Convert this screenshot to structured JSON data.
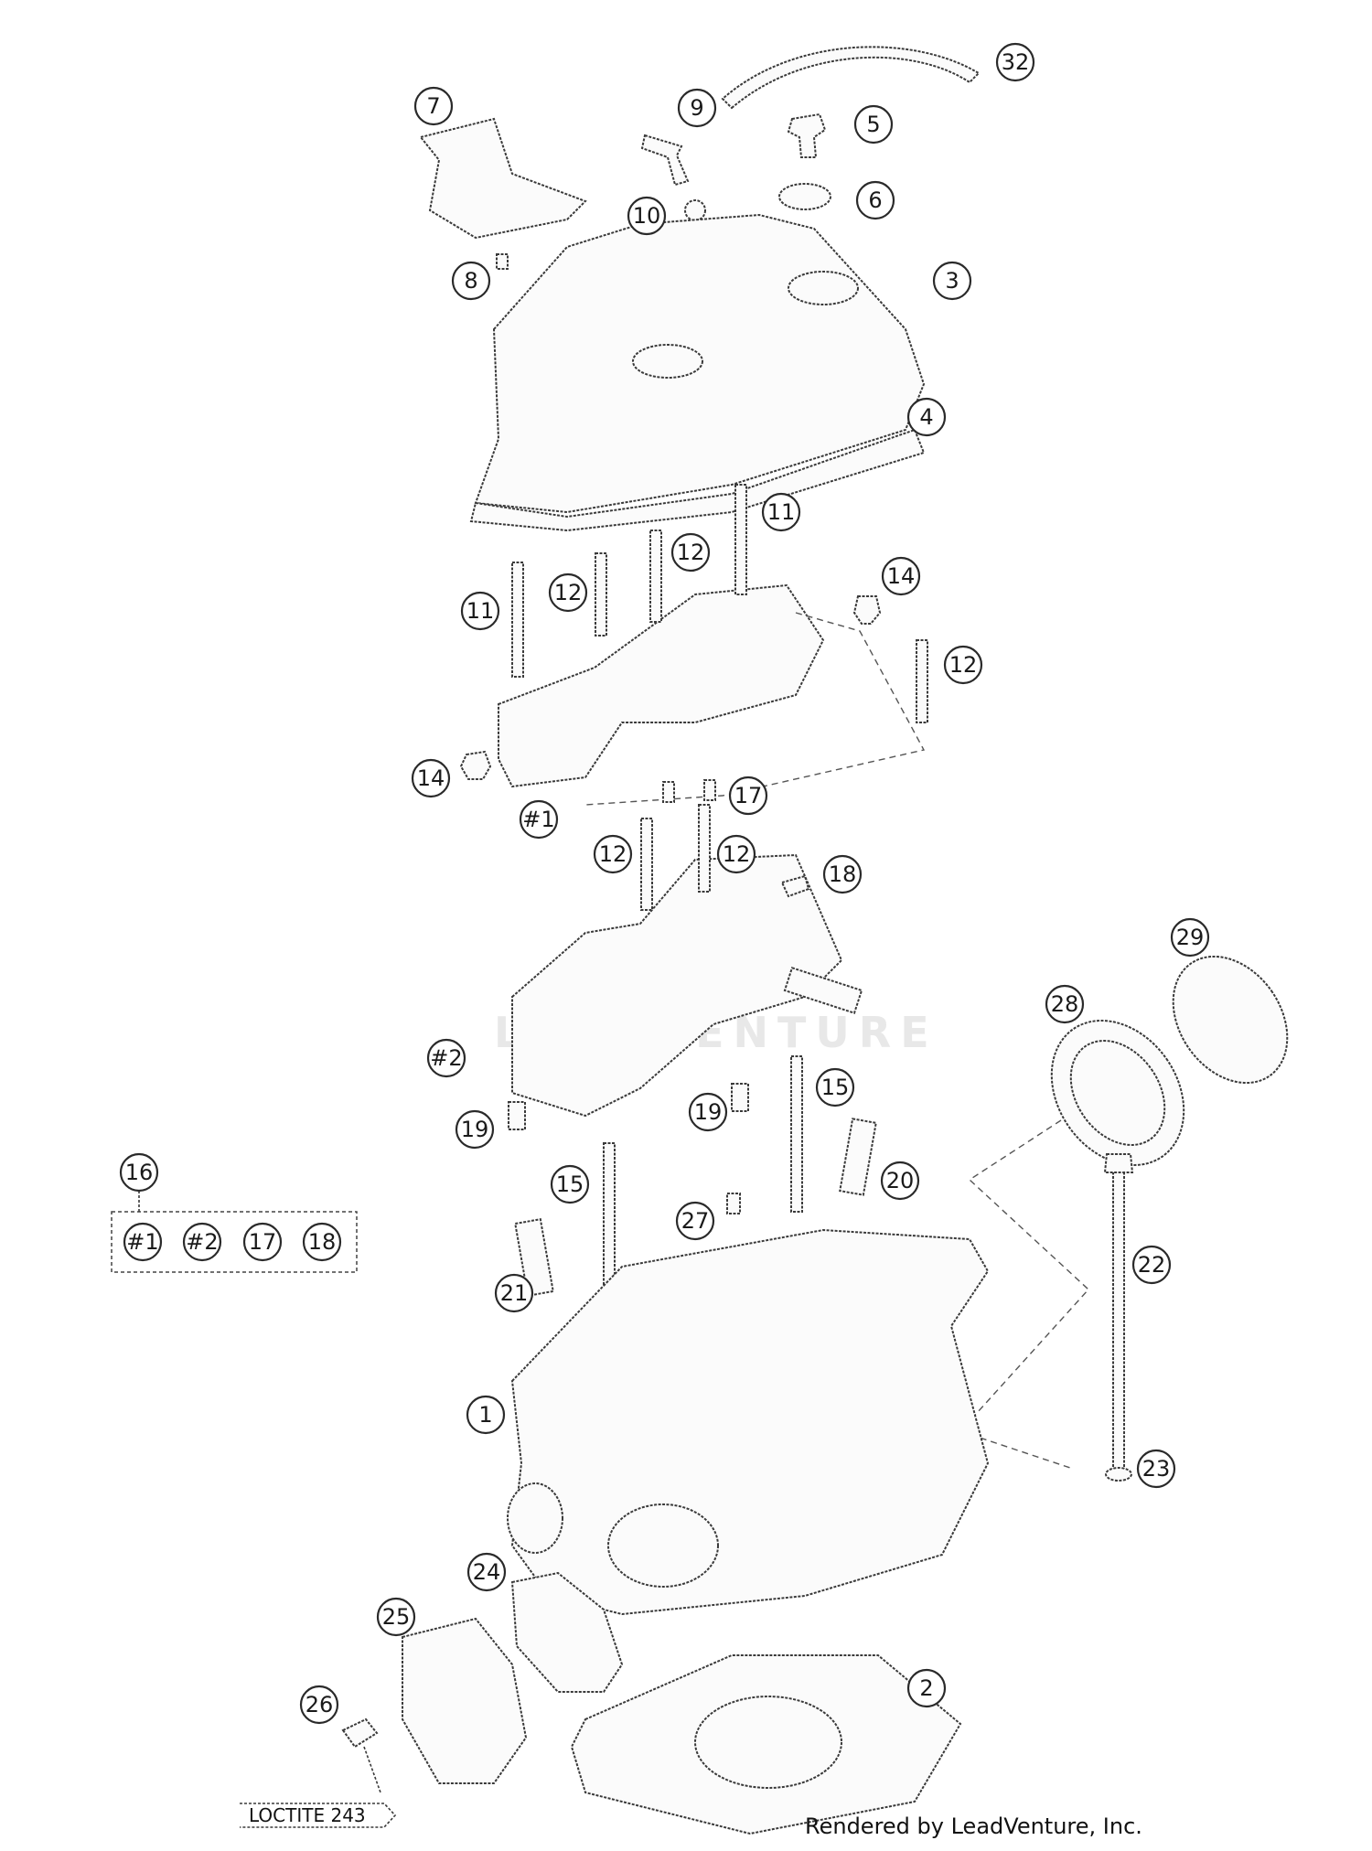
{
  "diagram": {
    "callouts": [
      {
        "id": "c32",
        "label": "32"
      },
      {
        "id": "c7",
        "label": "7"
      },
      {
        "id": "c9",
        "label": "9"
      },
      {
        "id": "c5",
        "label": "5"
      },
      {
        "id": "c6",
        "label": "6"
      },
      {
        "id": "c10",
        "label": "10"
      },
      {
        "id": "c8",
        "label": "8"
      },
      {
        "id": "c3",
        "label": "3"
      },
      {
        "id": "c4",
        "label": "4"
      },
      {
        "id": "c11a",
        "label": "11"
      },
      {
        "id": "c12a",
        "label": "12"
      },
      {
        "id": "c12b",
        "label": "12"
      },
      {
        "id": "c11b",
        "label": "11"
      },
      {
        "id": "c14a",
        "label": "14"
      },
      {
        "id": "c12c",
        "label": "12"
      },
      {
        "id": "c14b",
        "label": "14"
      },
      {
        "id": "c1a",
        "label": "#1"
      },
      {
        "id": "c17",
        "label": "17"
      },
      {
        "id": "c12d",
        "label": "12"
      },
      {
        "id": "c12e",
        "label": "12"
      },
      {
        "id": "c18",
        "label": "18"
      },
      {
        "id": "c29",
        "label": "29"
      },
      {
        "id": "c28",
        "label": "28"
      },
      {
        "id": "c2a",
        "label": "#2"
      },
      {
        "id": "c15a",
        "label": "15"
      },
      {
        "id": "c19a",
        "label": "19"
      },
      {
        "id": "c19b",
        "label": "19"
      },
      {
        "id": "c16",
        "label": "16"
      },
      {
        "id": "c15b",
        "label": "15"
      },
      {
        "id": "c20",
        "label": "20"
      },
      {
        "id": "c27",
        "label": "27"
      },
      {
        "id": "c22",
        "label": "22"
      },
      {
        "id": "c21",
        "label": "21"
      },
      {
        "id": "c1",
        "label": "1"
      },
      {
        "id": "c23",
        "label": "23"
      },
      {
        "id": "c24",
        "label": "24"
      },
      {
        "id": "c25",
        "label": "25"
      },
      {
        "id": "c26",
        "label": "26"
      },
      {
        "id": "c2",
        "label": "2"
      }
    ],
    "kit_items": [
      "#1",
      "#2",
      "17",
      "18"
    ],
    "loctite_note": "LOCTITE 243",
    "watermark": "LEADVENTURE",
    "footer": "Rendered by LeadVenture, Inc."
  }
}
